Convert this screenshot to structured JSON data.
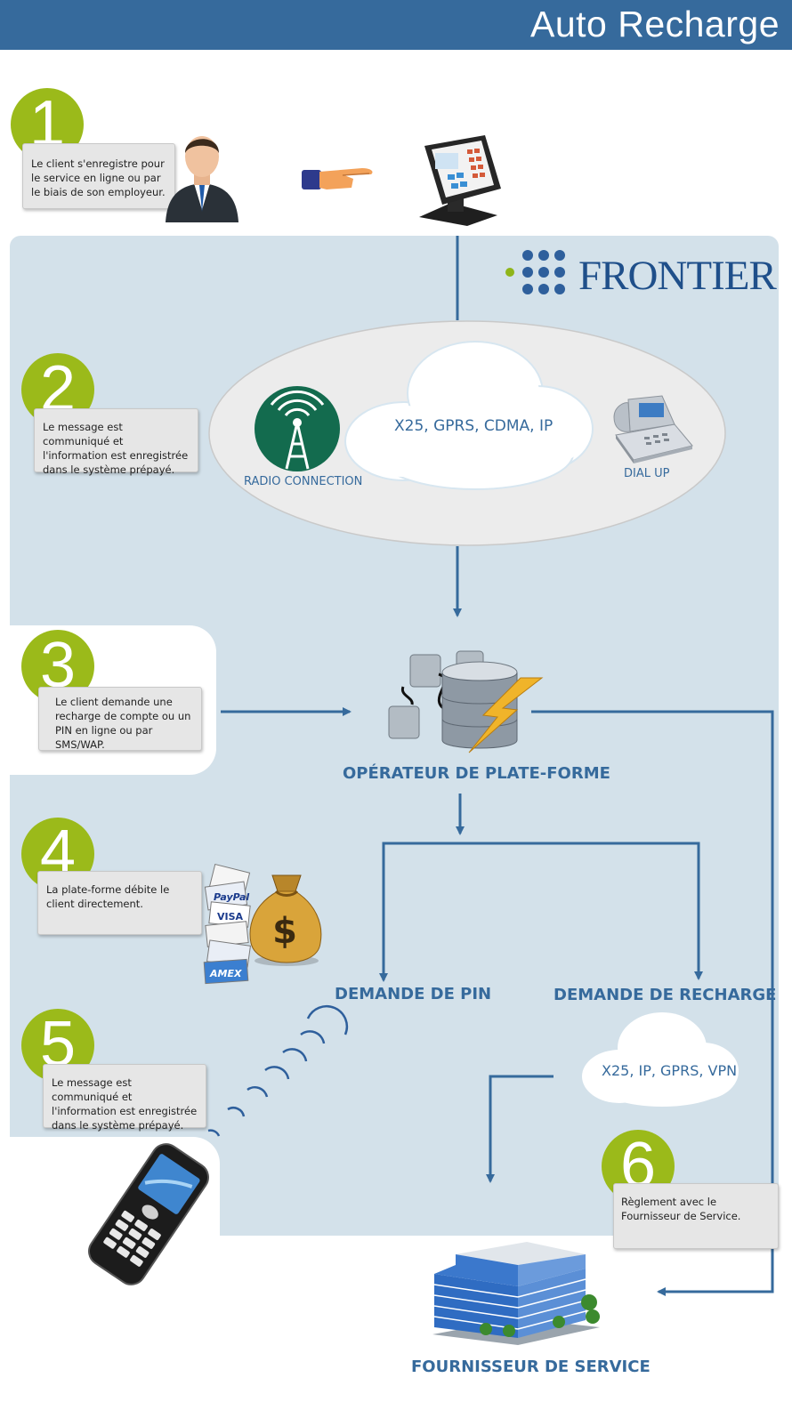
{
  "header": {
    "title": "Auto Recharge"
  },
  "brand": {
    "name": "FRONTIER",
    "accent_color": "#8fb51a",
    "dot_color": "#2e5f9c"
  },
  "colors": {
    "header_bg": "#366a9c",
    "panel_bg": "#d3e1ea",
    "step_circle": "#9bba1a",
    "flow_line": "#366a9c",
    "radio_circle": "#136b4e"
  },
  "steps": [
    {
      "number": "1",
      "text": "Le client s'enregistre pour le service en ligne ou par le biais de son employeur."
    },
    {
      "number": "2",
      "text": "Le message est communiqué et l'information est enregistrée dans le système prépayé."
    },
    {
      "number": "3",
      "text": "Le client demande une recharge de compte ou un PIN en ligne ou par SMS/WAP."
    },
    {
      "number": "4",
      "text": "La plate-forme débite le client directement."
    },
    {
      "number": "5",
      "text": "Le message est communiqué et l'information est enregistrée dans le système prépayé."
    },
    {
      "number": "6",
      "text": "Règlement avec le Fournisseur de Service."
    }
  ],
  "network": {
    "cloud_main": "X25, GPRS, CDMA, IP",
    "radio_label": "RADIO CONNECTION",
    "dialup_label": "DIAL UP",
    "cloud_secondary": "X25, IP, GPRS, VPN"
  },
  "nodes": {
    "platform": "OPÉRATEUR DE PLATE-FORME",
    "pin_request": "DEMANDE DE PIN",
    "recharge_request": "DEMANDE DE RECHARGE",
    "provider": "FOURNISSEUR DE SERVICE"
  },
  "payment_cards": [
    "PayPal",
    "VISA",
    "AMEX"
  ],
  "icons": [
    "businessman-icon",
    "pointing-hand-icon",
    "pos-terminal-icon",
    "radio-tower-icon",
    "desk-phone-icon",
    "database-server-icon",
    "money-bag-icon",
    "credit-cards-icon",
    "mobile-phone-icon",
    "office-building-icon",
    "signal-waves-icon"
  ]
}
